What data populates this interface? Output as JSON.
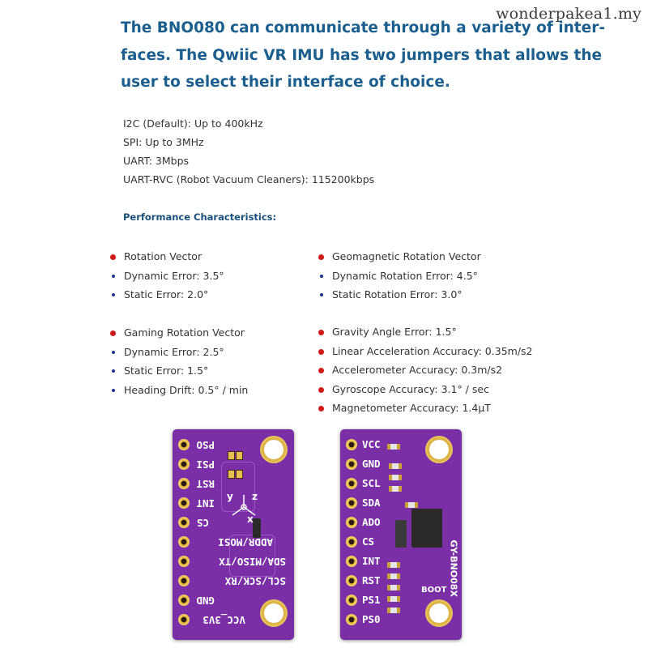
{
  "watermark": "wonderpakea1.my",
  "headline": {
    "line1": "The BNO080 can communicate through a variety of inter-",
    "line2": "faces. The Qwiic VR IMU has two jumpers that allows the",
    "line3": "user to select their interface of choice."
  },
  "interfaces": [
    "I2C (Default): Up to 400kHz",
    "SPI: Up to 3MHz",
    "UART: 3Mbps",
    "UART-RVC (Robot Vacuum Cleaners): 115200kbps"
  ],
  "performance_title": "Performance Characteristics:",
  "left_groups": [
    {
      "heading": "Rotation Vector",
      "items": [
        "Dynamic Error: 3.5°",
        "Static Error: 2.0°"
      ]
    },
    {
      "heading": "Gaming Rotation Vector",
      "items": [
        "Dynamic Error: 2.5°",
        "Static Error: 1.5°",
        "Heading Drift: 0.5° / min"
      ]
    }
  ],
  "right_groups": [
    {
      "heading": "Geomagnetic Rotation Vector",
      "items": [
        "Dynamic Rotation Error: 4.5°",
        "Static Rotation Error: 3.0°"
      ]
    }
  ],
  "right_list": [
    "Gravity Angle Error: 1.5°",
    "Linear Acceleration Accuracy: 0.35m/s2",
    "Accelerometer Accuracy: 0.3m/s2",
    "Gyroscope Accuracy: 3.1° / sec",
    "Magnetometer Accuracy: 1.4µT"
  ],
  "board_back": {
    "pins": [
      "PSO",
      "PSI",
      "RST",
      "INT",
      "CS",
      "ADDR/MOSI",
      "SDA/MISO/TX",
      "SCL/SCK/RX",
      "GND",
      "VCC_3V3"
    ],
    "axis_labels": {
      "x": "x",
      "y": "y",
      "z": "z"
    }
  },
  "board_front": {
    "pins": [
      "VCC",
      "GND",
      "SCL",
      "SDA",
      "ADO",
      "CS",
      "INT",
      "RST",
      "PS1",
      "PS0"
    ],
    "model": "GY-BNO08X",
    "boot_label": "BOOT"
  },
  "colors": {
    "headline": "#1a5f8e",
    "bullet_primary": "#cf1a1a",
    "bullet_secondary": "#1c2f8a",
    "pcb": "#7a2fa6"
  }
}
